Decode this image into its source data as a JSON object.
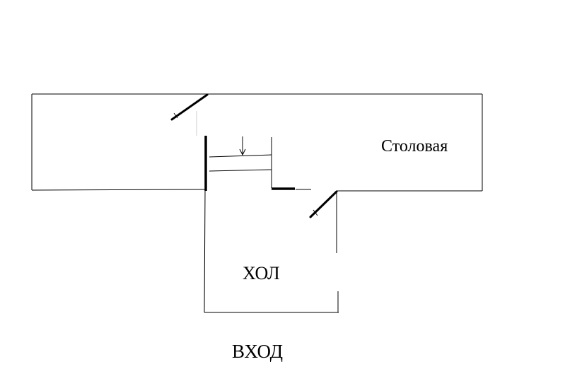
{
  "labels": {
    "dining_room": "Столовая",
    "hall": "ХОЛ",
    "entrance": "ВХОД"
  },
  "colors": {
    "line": "#000000",
    "background": "#ffffff"
  }
}
